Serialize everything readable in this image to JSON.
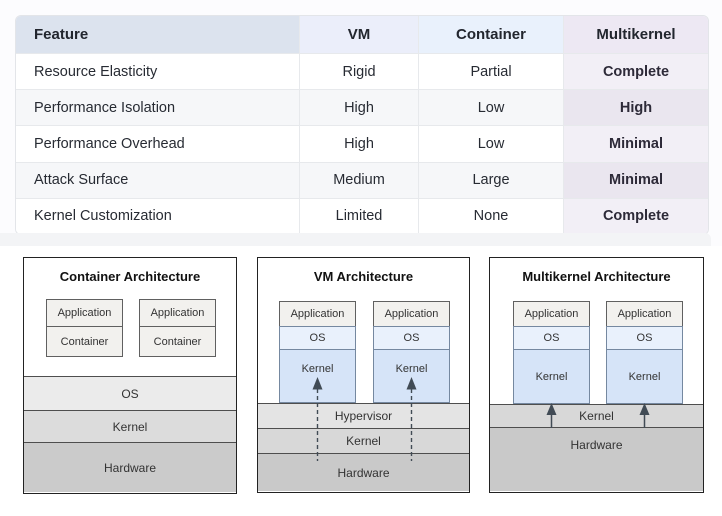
{
  "table": {
    "headers": {
      "feature": "Feature",
      "vm": "VM",
      "container": "Container",
      "multikernel": "Multikernel"
    },
    "rows": [
      {
        "feature": "Resource Elasticity",
        "vm": "Rigid",
        "container": "Partial",
        "multikernel": "Complete"
      },
      {
        "feature": "Performance Isolation",
        "vm": "High",
        "container": "Low",
        "multikernel": "High"
      },
      {
        "feature": "Performance Overhead",
        "vm": "High",
        "container": "Low",
        "multikernel": "Minimal"
      },
      {
        "feature": "Attack Surface",
        "vm": "Medium",
        "container": "Large",
        "multikernel": "Minimal"
      },
      {
        "feature": "Kernel Customization",
        "vm": "Limited",
        "container": "None",
        "multikernel": "Complete"
      }
    ]
  },
  "diagrams": {
    "container_arch": {
      "title": "Container Architecture",
      "app_label": "Application",
      "container_label": "Container",
      "os_layer": "OS",
      "kernel_layer": "Kernel",
      "hardware_layer": "Hardware"
    },
    "vm_arch": {
      "title": "VM Architecture",
      "app_label": "Application",
      "os_label": "OS",
      "kernel_label": "Kernel",
      "hypervisor_layer": "Hypervisor",
      "kernel_layer": "Kernel",
      "hardware_layer": "Hardware"
    },
    "multikernel_arch": {
      "title": "Multikernel Architecture",
      "app_label": "Application",
      "os_label": "OS",
      "kernel_label": "Kernel",
      "kernel_layer": "Kernel",
      "hardware_layer": "Hardware"
    }
  },
  "colors": {
    "header_feature_bg": "#dce3ee",
    "header_vm_bg": "#ebeefa",
    "header_container_bg": "#e9f1fc",
    "header_multikernel_bg": "#ede8f3",
    "multikernel_cell_odd": "#f2eff6",
    "multikernel_cell_even": "#eae6ef",
    "row_alt_bg": "#f6f7f9",
    "stack_gray_fill": "#f2f1ee",
    "stack_os_fill": "#e9f1fc",
    "stack_kernel_fill": "#d6e4f8",
    "layer_os_fill": "#ebebeb",
    "layer_kernel_fill": "#d9d9d9",
    "layer_hardware_fill": "#c9c9c9",
    "arrow_color": "#414b55"
  }
}
